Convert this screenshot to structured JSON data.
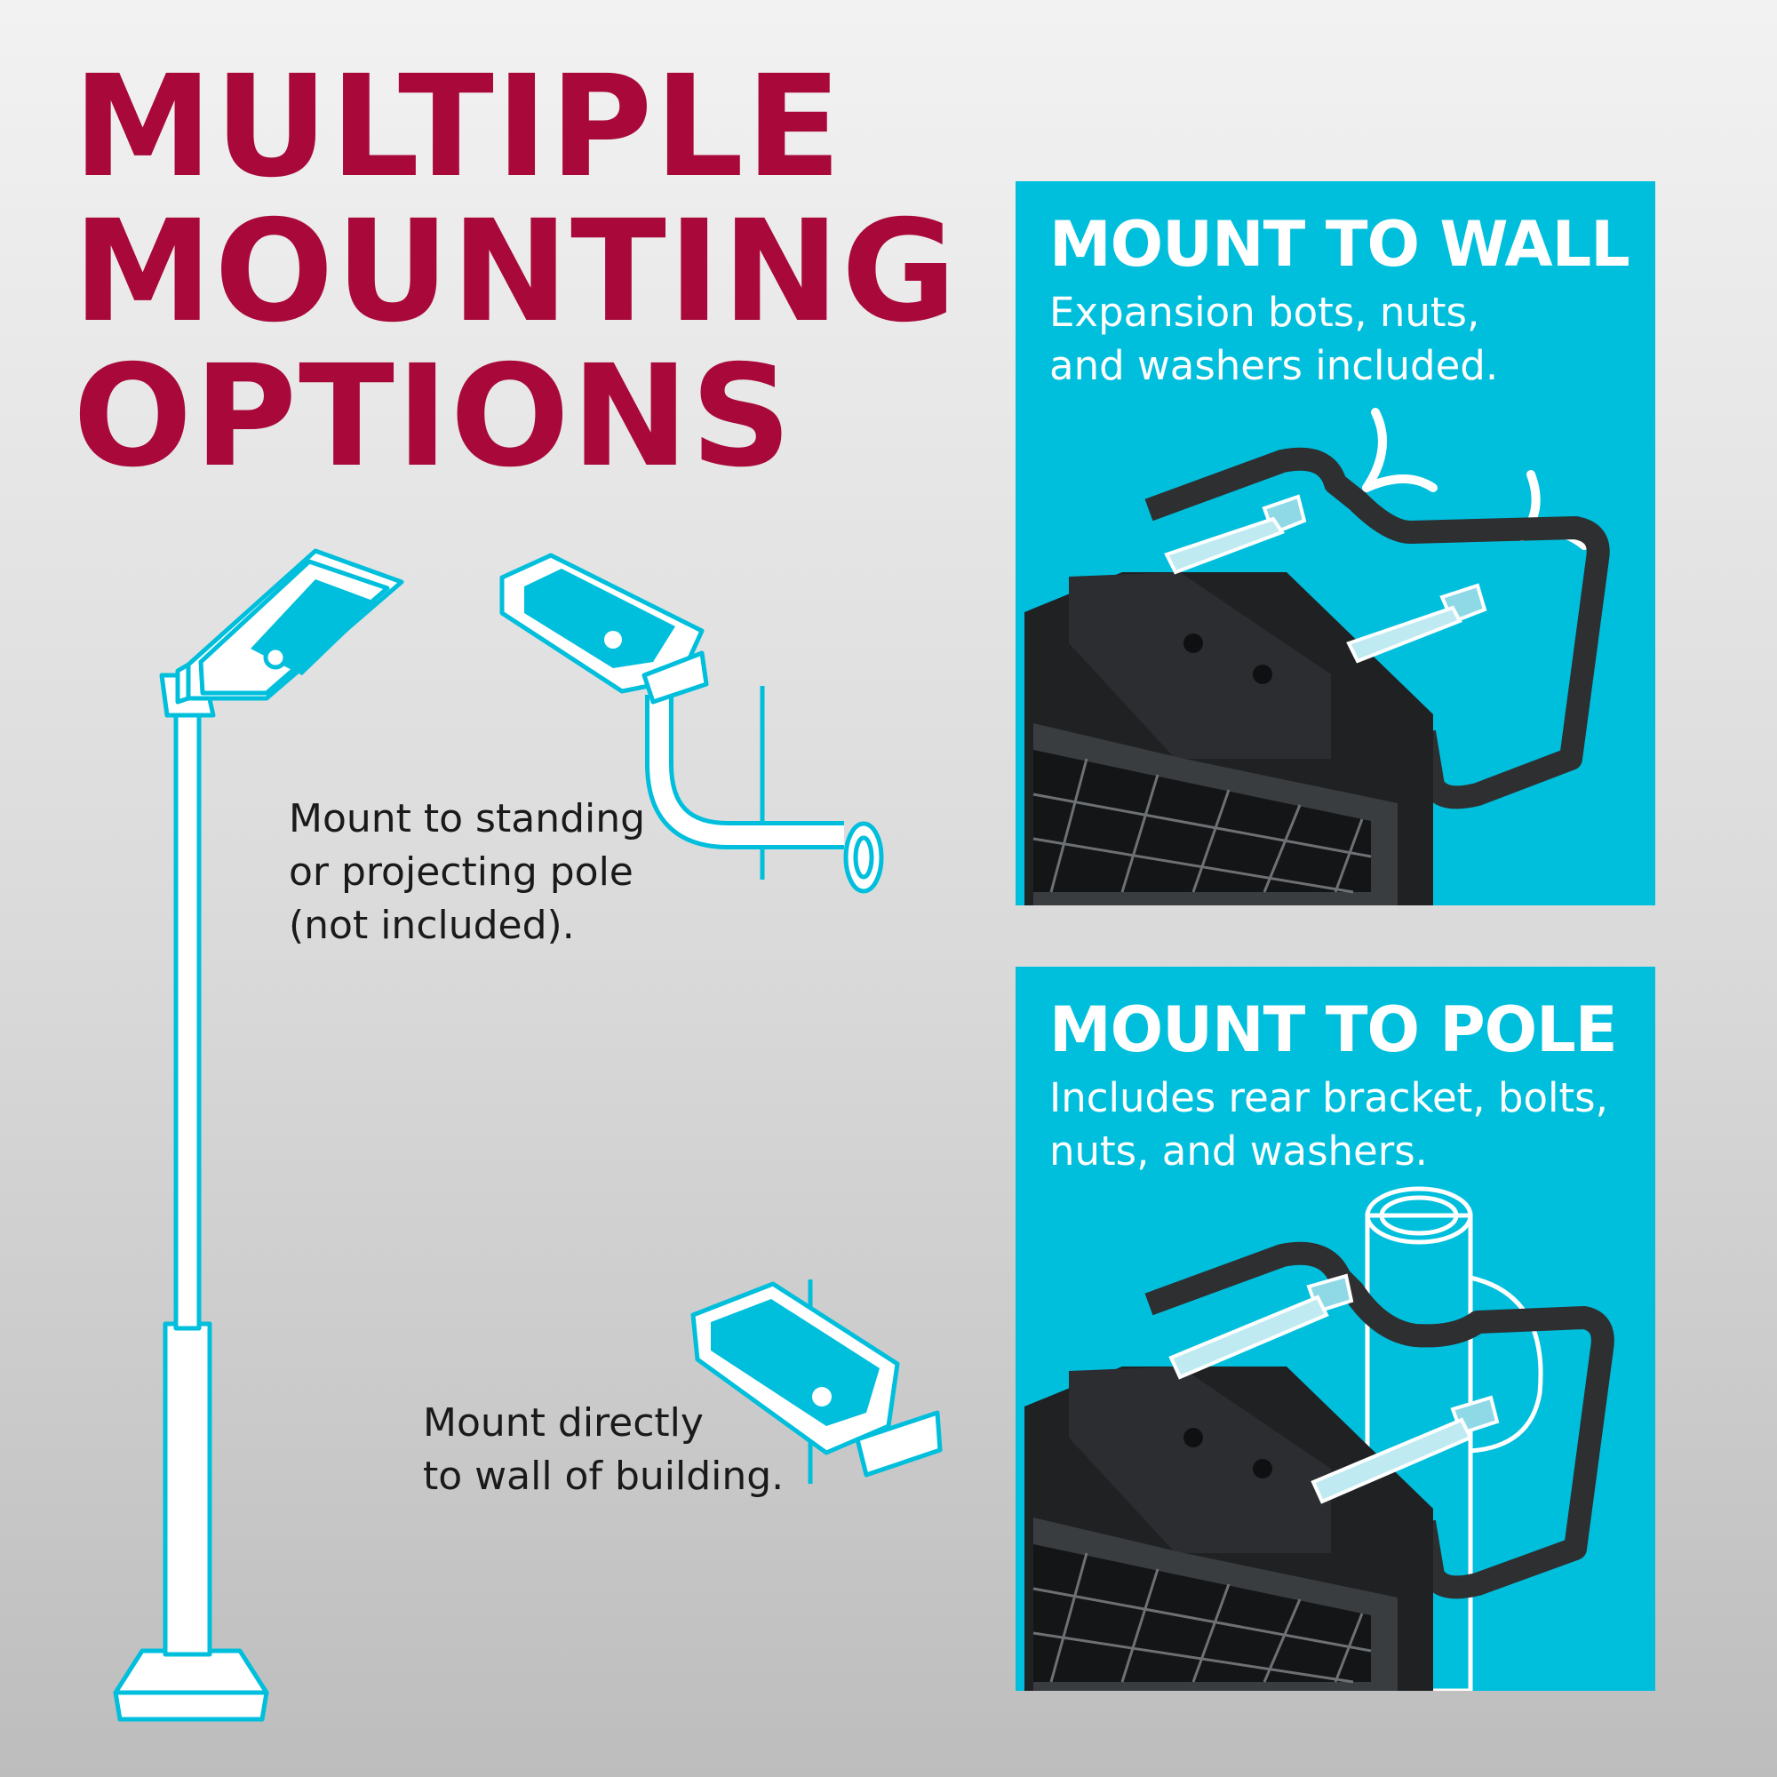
{
  "headline": {
    "line1": "MULTIPLE",
    "line2": "MOUNTING",
    "line3": "OPTIONS"
  },
  "captions": {
    "pole": {
      "line1": "Mount to standing",
      "line2": "or projecting pole",
      "line3": "(not included)."
    },
    "wall": {
      "line1": "Mount directly",
      "line2": "to wall of building."
    }
  },
  "panels": {
    "wall": {
      "title": "MOUNT TO WALL",
      "desc_line1": "Expansion bots, nuts,",
      "desc_line2": "and washers included."
    },
    "pole": {
      "title": "MOUNT TO POLE",
      "desc_line1": "Includes rear bracket, bolts,",
      "desc_line2": "nuts, and washers."
    }
  },
  "colors": {
    "headline": "#a8093a",
    "panel_bg": "#00bfdc",
    "illustration_line": "#00bfdc",
    "bracket": "#2d2f31"
  },
  "icons": [
    "standing-pole-light-icon",
    "projecting-pole-light-icon",
    "wall-mounted-light-icon",
    "wall-bracket-illustration",
    "pole-bracket-illustration"
  ]
}
